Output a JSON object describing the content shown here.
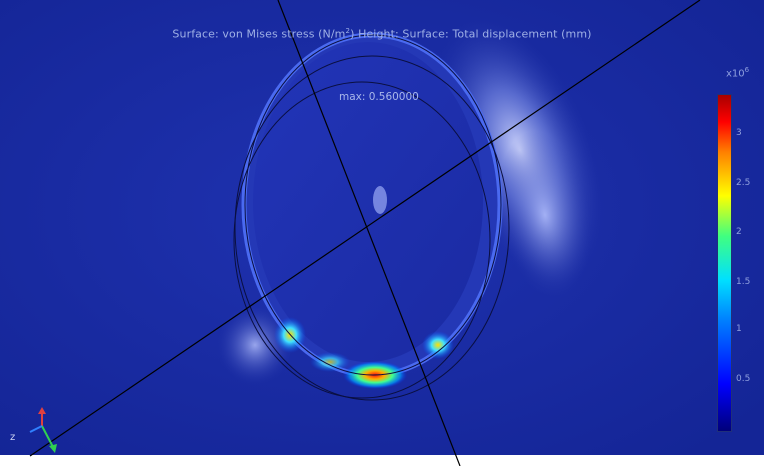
{
  "plot": {
    "title_main": "Surface: von Mises stress (N/m",
    "title_exp": "2",
    "title_rest": ")  Height: Surface: Total displacement (mm)",
    "max_label": "max: 0.560000"
  },
  "colorbar": {
    "scale_base": "x10",
    "scale_exp": "6",
    "ticks": [
      "3",
      "2.5",
      "2",
      "1.5",
      "1",
      "0.5"
    ],
    "colors": [
      "#00007a",
      "#0000ff",
      "#0080ff",
      "#00e0ff",
      "#40ff80",
      "#ffff00",
      "#ff8000",
      "#ff0000",
      "#a80000"
    ]
  },
  "axes_triad": {
    "z_label": "z",
    "x_color": "#e04040",
    "y_color": "#30d050",
    "z_color": "#3080ff"
  },
  "background_color": "#1a2aa0"
}
